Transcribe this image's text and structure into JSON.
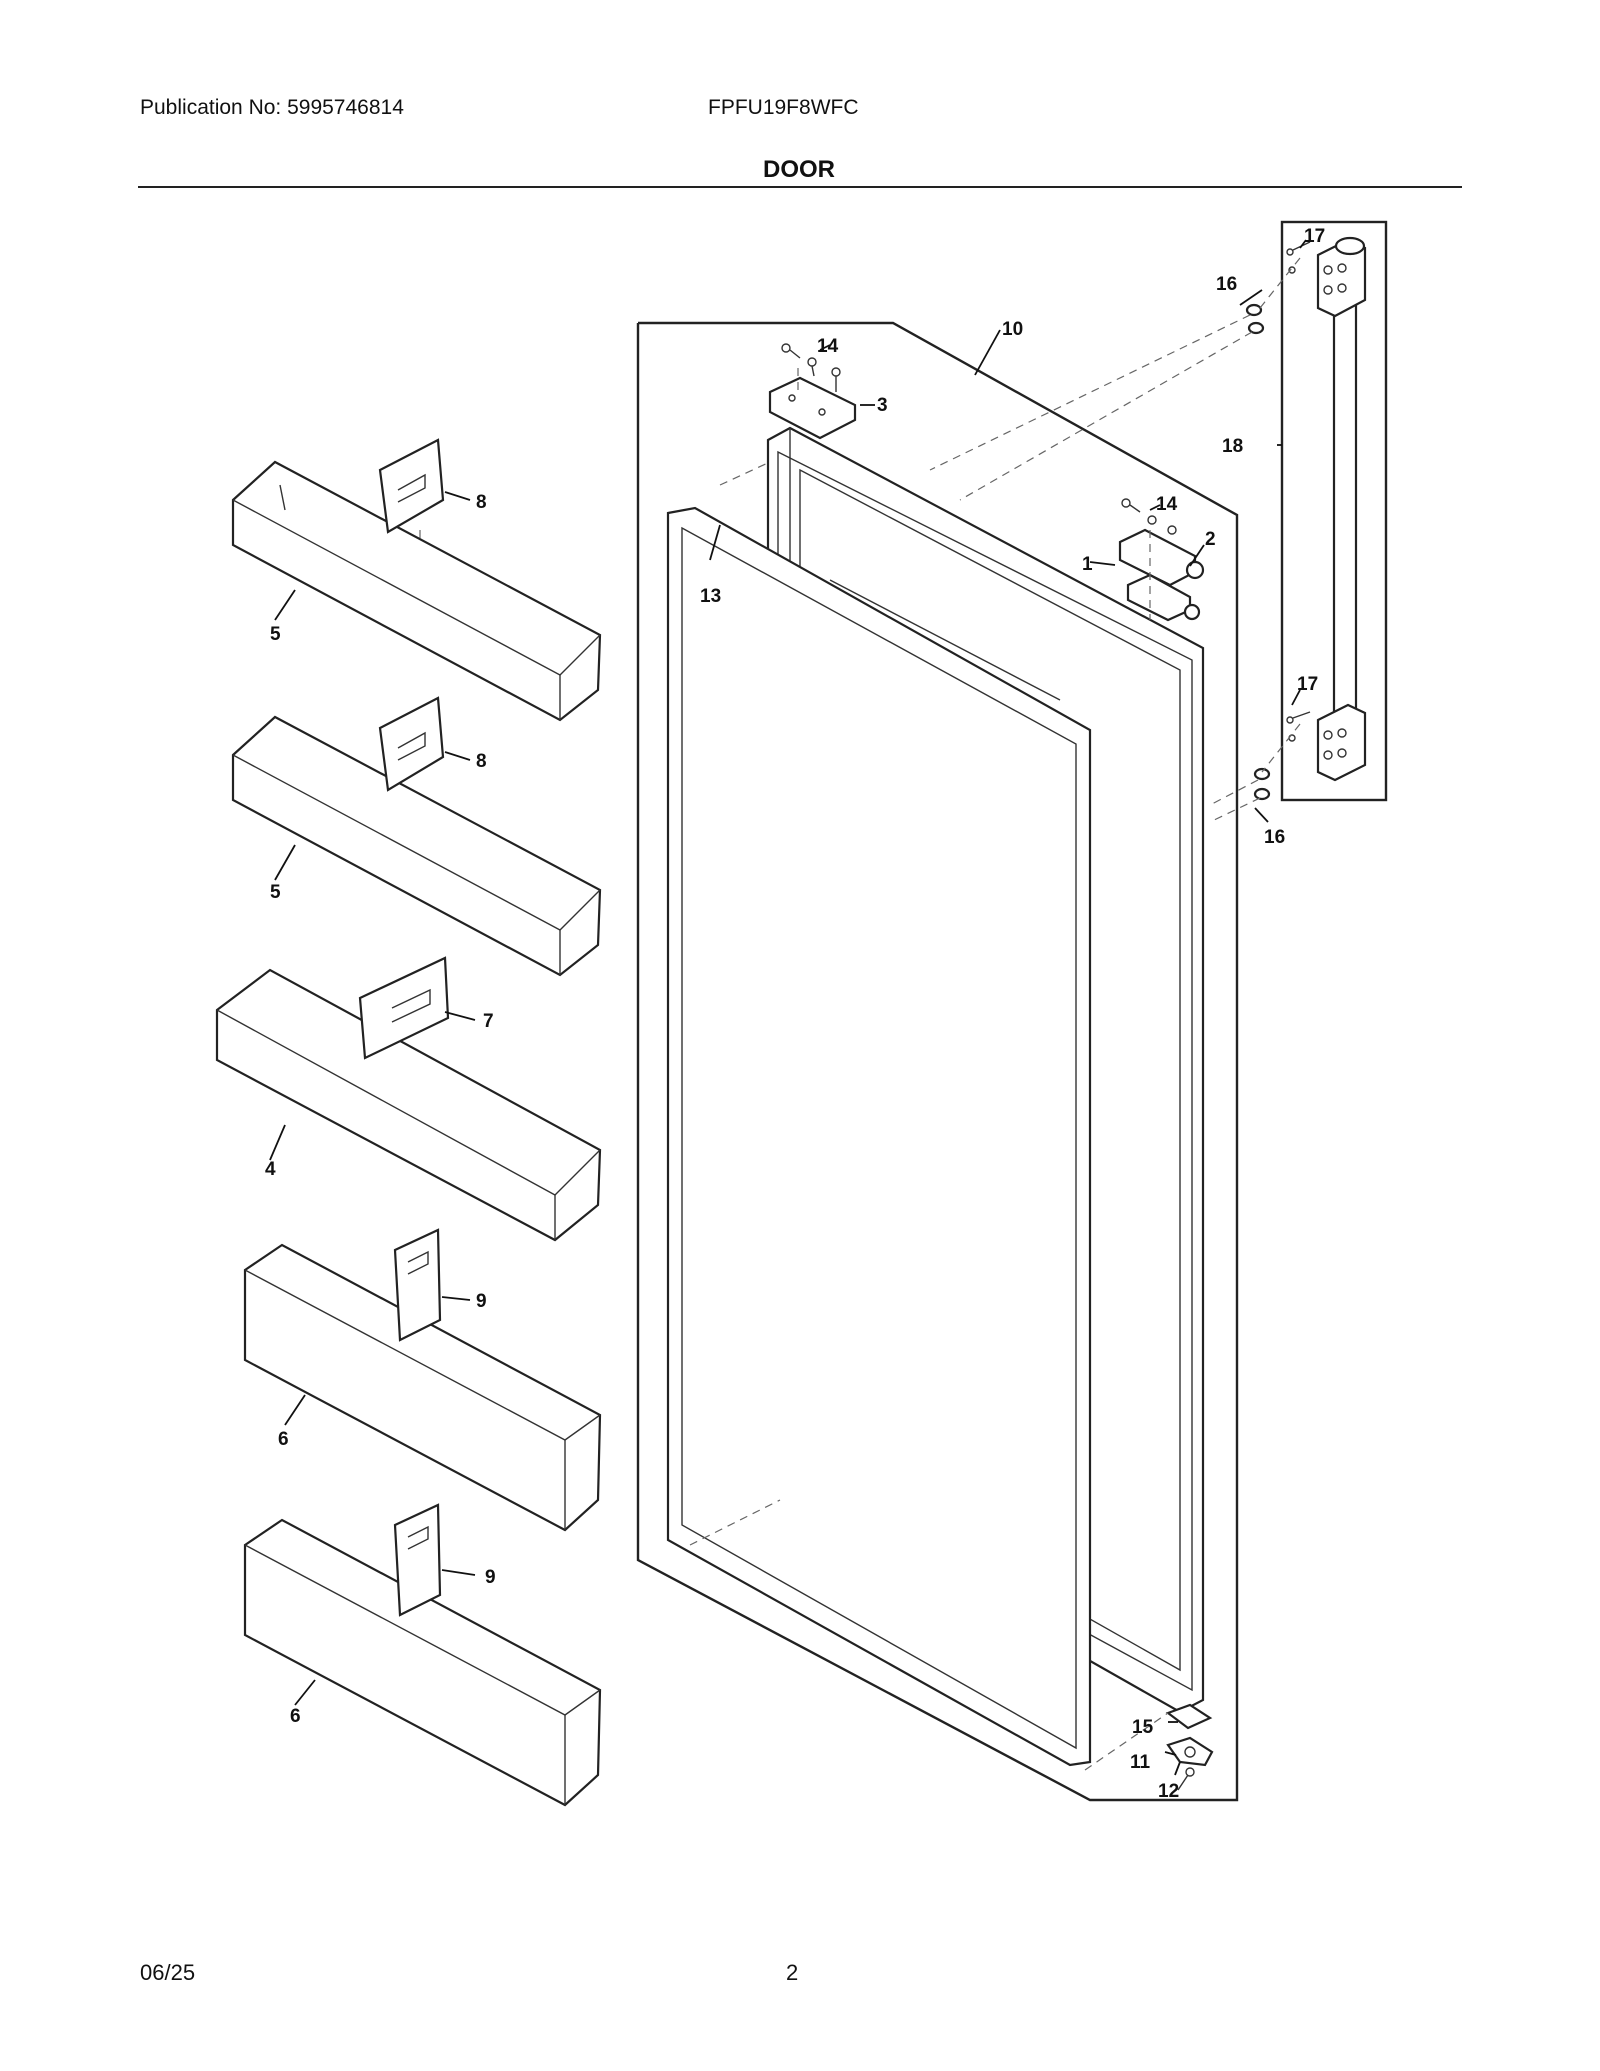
{
  "header": {
    "publication": "Publication No: 5995746814",
    "model": "FPFU19F8WFC",
    "section_title": "DOOR"
  },
  "footer": {
    "date": "06/25",
    "page_number": "2"
  },
  "callouts": {
    "c1": "1",
    "c2": "2",
    "c3": "3",
    "c4": "4",
    "c5a": "5",
    "c5b": "5",
    "c6a": "6",
    "c6b": "6",
    "c7": "7",
    "c8a": "8",
    "c8b": "8",
    "c9a": "9",
    "c9b": "9",
    "c10": "10",
    "c11": "11",
    "c12": "12",
    "c13": "13",
    "c14a": "14",
    "c14b": "14",
    "c15": "15",
    "c16a": "16",
    "c16b": "16",
    "c17a": "17",
    "c17b": "17",
    "c18": "18"
  }
}
